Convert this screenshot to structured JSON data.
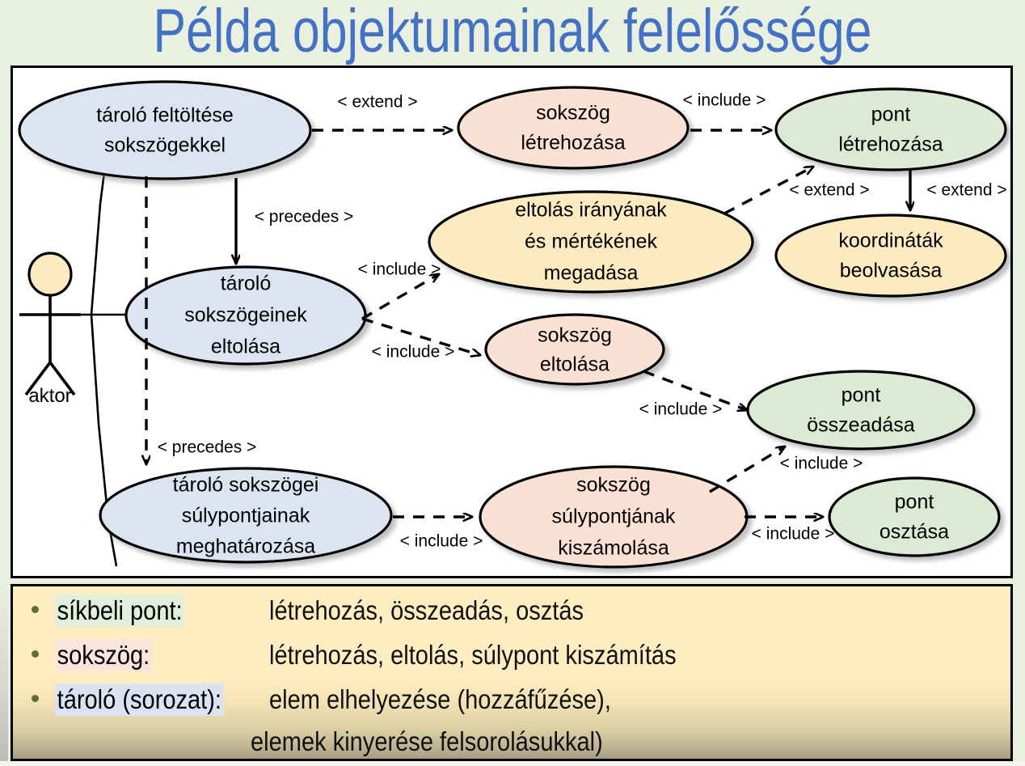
{
  "slide": {
    "title": "Példa objektumainak felelőssége",
    "title_color": "#4372C4",
    "background_color": "#EAF0E0"
  },
  "diagram": {
    "type": "uml-use-case-diagram",
    "actor": {
      "label": "aktor"
    },
    "colors": {
      "store": "#DCE3F1",
      "polygon": "#FBE0D4",
      "point": "#DCE9D3",
      "input": "#FCEBC0",
      "actor_head": "#FCEBC0",
      "border": "#000000"
    },
    "use_cases": [
      {
        "id": "uc1",
        "lines": [
          "tároló feltöltése",
          "sokszögekkel"
        ],
        "color_key": "store"
      },
      {
        "id": "uc2",
        "lines": [
          "sokszög",
          "létrehozása"
        ],
        "color_key": "polygon"
      },
      {
        "id": "uc3",
        "lines": [
          "pont",
          "létrehozása"
        ],
        "color_key": "point"
      },
      {
        "id": "uc4",
        "lines": [
          "eltolás irányának",
          "és mértékének",
          "megadása"
        ],
        "color_key": "input"
      },
      {
        "id": "uc5",
        "lines": [
          "koordináták",
          "beolvasása"
        ],
        "color_key": "input"
      },
      {
        "id": "uc6",
        "lines": [
          "tároló",
          "sokszögeinek",
          "eltolása"
        ],
        "color_key": "store"
      },
      {
        "id": "uc7",
        "lines": [
          "sokszög",
          "eltolása"
        ],
        "color_key": "polygon"
      },
      {
        "id": "uc8",
        "lines": [
          "pont",
          "összeadása"
        ],
        "color_key": "point"
      },
      {
        "id": "uc9",
        "lines": [
          "tároló sokszögei",
          "súlypontjainak",
          "meghatározása"
        ],
        "color_key": "store"
      },
      {
        "id": "uc10",
        "lines": [
          "sokszög",
          "súlypontjának",
          "kiszámolása"
        ],
        "color_key": "polygon"
      },
      {
        "id": "uc11",
        "lines": [
          "pont",
          "osztása"
        ],
        "color_key": "point"
      }
    ],
    "relations": [
      {
        "from": "uc1",
        "to": "uc2",
        "label": "< extend >",
        "style": "dashed"
      },
      {
        "from": "uc2",
        "to": "uc3",
        "label": "< include >",
        "style": "dashed"
      },
      {
        "from": "uc1",
        "to": "uc6",
        "label": "< precedes >",
        "style": "solid"
      },
      {
        "from": "uc4",
        "to": "uc3",
        "label": "< extend >",
        "style": "dashed"
      },
      {
        "from": "uc3",
        "to": "uc5",
        "label": "< extend >",
        "style": "solid"
      },
      {
        "from": "uc6",
        "to": "uc4",
        "label": "< include >",
        "style": "dashed"
      },
      {
        "from": "uc6",
        "to": "uc7",
        "label": "< include >",
        "style": "dashed"
      },
      {
        "from": "uc7",
        "to": "uc8",
        "label": "< include >",
        "style": "dashed"
      },
      {
        "from": "uc1",
        "to": "uc9",
        "label": "< precedes >",
        "style": "dashed"
      },
      {
        "from": "uc9",
        "to": "uc10",
        "label": "< include >",
        "style": "dashed"
      },
      {
        "from": "uc10",
        "to": "uc8",
        "label": "< include >",
        "style": "dashed"
      },
      {
        "from": "uc10",
        "to": "uc11",
        "label": "< include >",
        "style": "dashed"
      }
    ],
    "edge_labels": {
      "extend_uc1_uc2": "< extend >",
      "include_uc2_uc3": "< include >",
      "precedes_uc1_uc6": "< precedes >",
      "extend_uc4_uc3": "< extend >",
      "extend_uc3_uc5": "< extend >",
      "include_uc6_uc4": "< include >",
      "include_uc6_uc7": "< include >",
      "include_uc7_uc8": "< include >",
      "precedes_uc1_uc9": "< precedes >",
      "include_uc9_uc10": "< include >",
      "include_uc10_uc8": "< include >",
      "include_uc10_uc11": "< include >"
    }
  },
  "legend": {
    "rows": [
      {
        "term": "síkbeli pont:",
        "desc": "létrehozás, összeadás, osztás",
        "highlight": "#E2EEDC"
      },
      {
        "term": "sokszög:",
        "desc": "létrehozás, eltolás, súlypont kiszámítás",
        "highlight": "#FBE4DC"
      },
      {
        "term": "tároló (sorozat):",
        "desc": "elem elhelyezése (hozzáfűzése),",
        "highlight": "#DBE2F2"
      }
    ],
    "continuation": "elemek kinyerése felsorolásukkal)"
  }
}
